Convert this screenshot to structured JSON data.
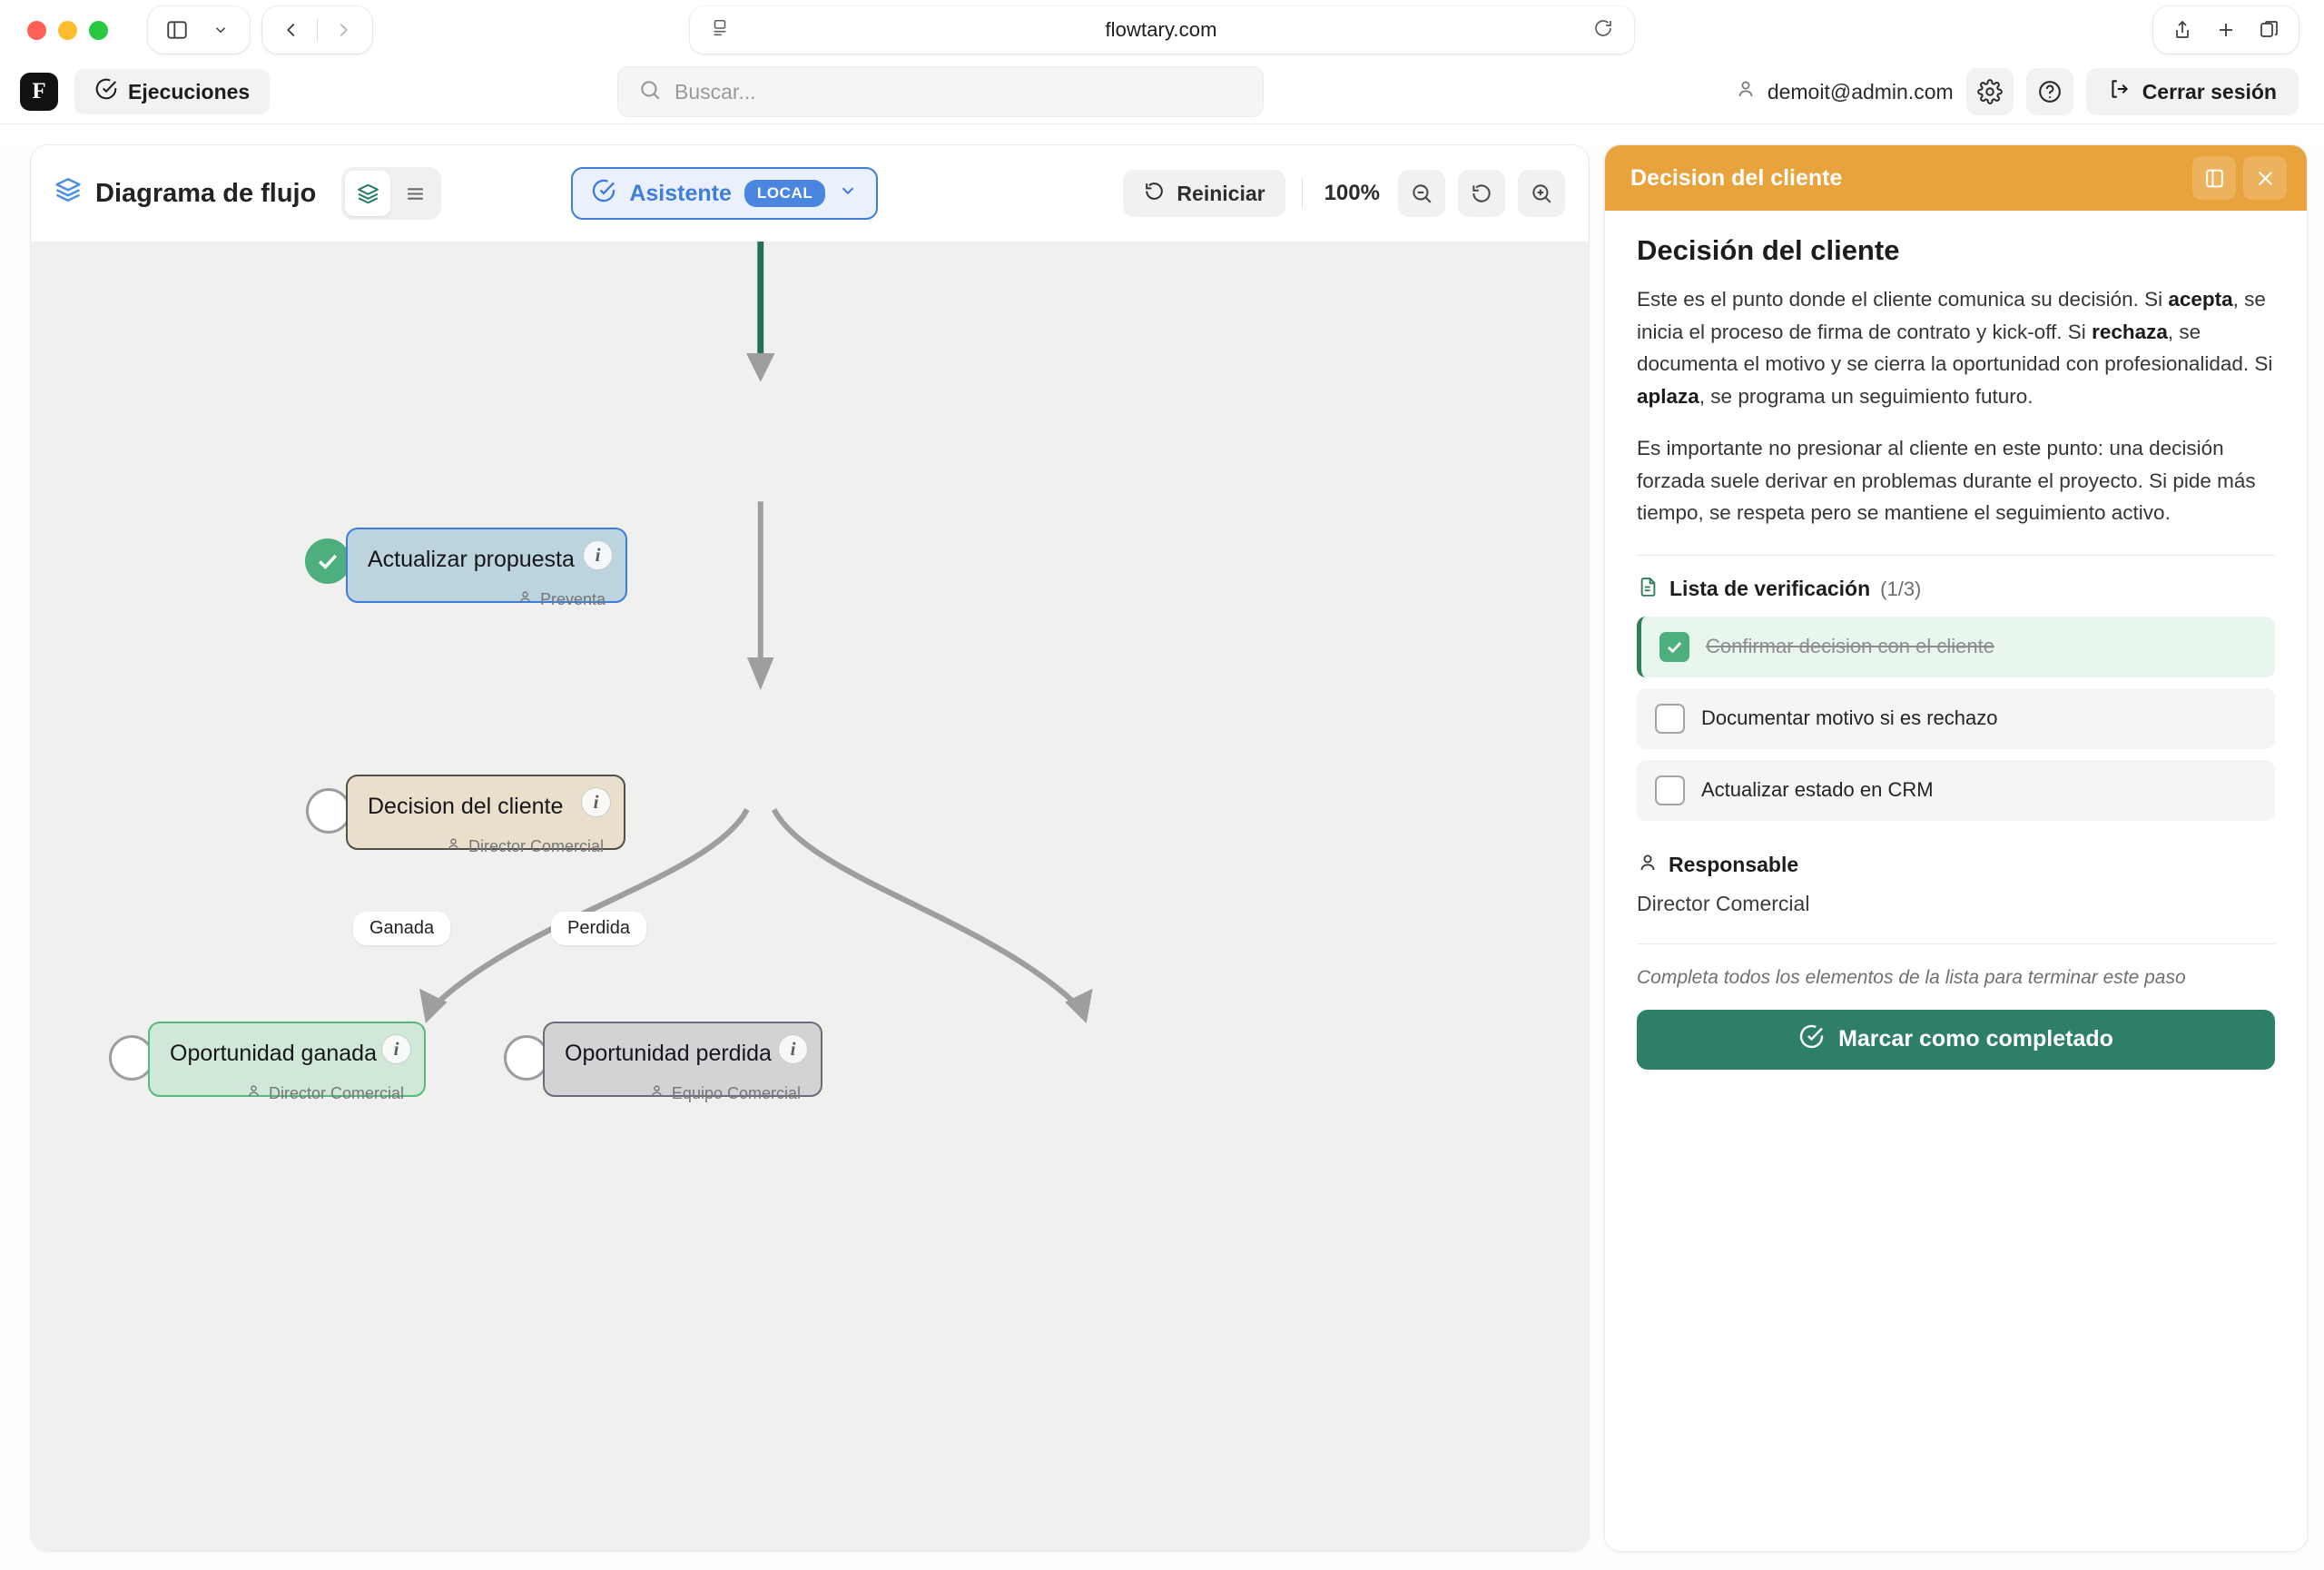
{
  "browser": {
    "url": "flowtary.com",
    "icons": {
      "sidebar": "sidebar-toggle-icon",
      "back": "back-chevron-icon",
      "forward": "forward-chevron-icon",
      "reader": "reader-view-icon",
      "reload": "reload-icon",
      "share": "share-icon",
      "new_tab": "plus-icon",
      "tabs": "tab-overview-icon"
    }
  },
  "app_header": {
    "logo_letter": "F",
    "nav_label": "Ejecuciones",
    "search_placeholder": "Buscar...",
    "user_email": "demoit@admin.com",
    "settings_icon": "gear-icon",
    "help_icon": "help-circle-icon",
    "logout_label": "Cerrar sesión"
  },
  "flow": {
    "title": "Diagrama de flujo",
    "view_toggle": [
      {
        "icon": "layers-icon",
        "active": true
      },
      {
        "icon": "list-icon",
        "active": false
      }
    ],
    "assistant": {
      "label": "Asistente",
      "badge": "LOCAL",
      "chevron": "chevron-down-icon"
    },
    "reset_label": "Reiniciar",
    "zoom_level": "100%",
    "zoom_out_icon": "zoom-out-icon",
    "zoom_reset_icon": "zoom-reset-icon",
    "zoom_in_icon": "zoom-in-icon",
    "nodes": [
      {
        "id": "actualizar-propuesta",
        "title": "Actualizar propuesta",
        "role": "Preventa",
        "status": "done",
        "fill": "#bcd4dd",
        "border": "#3e7ddb"
      },
      {
        "id": "decision-del-cliente",
        "title": "Decision del cliente",
        "role": "Director Comercial",
        "status": "todo",
        "fill": "#eadfcb",
        "border": "#4f4f4c"
      },
      {
        "id": "oportunidad-ganada",
        "title": "Oportunidad ganada",
        "role": "Director Comercial",
        "status": "todo",
        "fill": "#cfe8d7",
        "border": "#56b97f"
      },
      {
        "id": "oportunidad-perdida",
        "title": "Oportunidad perdida",
        "role": "Equipo Comercial",
        "status": "todo",
        "fill": "#d3d3d6",
        "border": "#6b6b7a"
      }
    ],
    "edge_labels": [
      "Ganada",
      "Perdida"
    ]
  },
  "panel": {
    "header_title": "Decision del cliente",
    "panel_toggle_icon": "panel-layout-icon",
    "close_icon": "close-icon",
    "heading": "Decisión del cliente",
    "paragraph1_parts": [
      {
        "t": "Este es el punto donde el cliente comunica su decisión. Si "
      },
      {
        "t": "acepta",
        "b": true
      },
      {
        "t": ", se inicia el proceso de firma de contrato y kick-off. Si "
      },
      {
        "t": "rechaza",
        "b": true
      },
      {
        "t": ", se documenta el motivo y se cierra la oportunidad con profesionalidad. Si "
      },
      {
        "t": "aplaza",
        "b": true
      },
      {
        "t": ", se programa un seguimiento futuro."
      }
    ],
    "paragraph2": "Es importante no presionar al cliente en este punto: una decisión forzada suele derivar en problemas durante el proyecto. Si pide más tiempo, se respeta pero se mantiene el seguimiento activo.",
    "checklist": {
      "icon": "document-check-icon",
      "label": "Lista de verificación",
      "count": "(1/3)",
      "items": [
        {
          "label": "Confirmar decision con el cliente",
          "checked": true
        },
        {
          "label": "Documentar motivo si es rechazo",
          "checked": false
        },
        {
          "label": "Actualizar estado en CRM",
          "checked": false
        }
      ]
    },
    "responsible": {
      "icon": "person-icon",
      "label": "Responsable",
      "value": "Director Comercial"
    },
    "note": "Completa todos los elementos de la lista para terminar este paso",
    "complete_button": {
      "label": "Marcar como completado",
      "icon": "check-circle-icon"
    }
  },
  "colors": {
    "accent_orange": "#e8a33d",
    "accent_green": "#2e7f68",
    "accent_blue": "#3e7ddb",
    "canvas_bg": "#f0f0ee"
  }
}
